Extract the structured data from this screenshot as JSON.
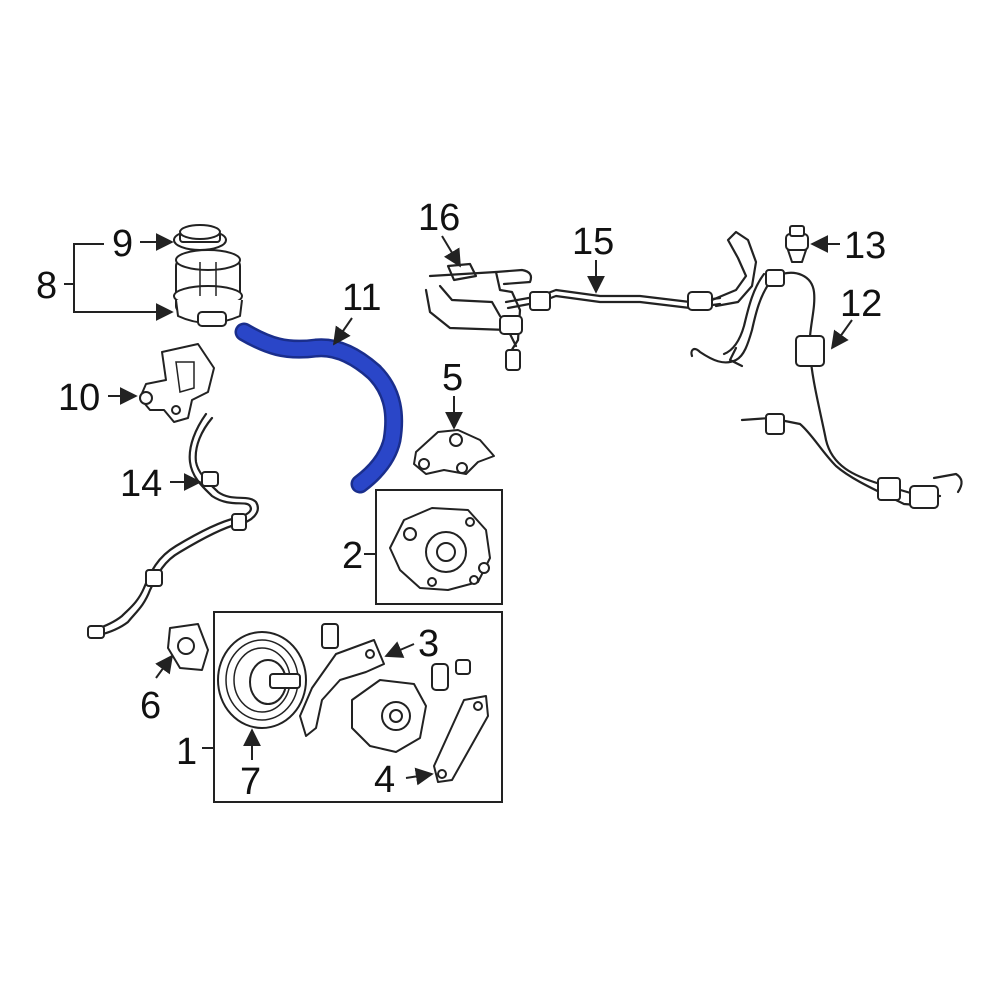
{
  "callouts": [
    {
      "id": "1",
      "label": "1"
    },
    {
      "id": "2",
      "label": "2"
    },
    {
      "id": "3",
      "label": "3"
    },
    {
      "id": "4",
      "label": "4"
    },
    {
      "id": "5",
      "label": "5"
    },
    {
      "id": "6",
      "label": "6"
    },
    {
      "id": "7",
      "label": "7"
    },
    {
      "id": "8",
      "label": "8"
    },
    {
      "id": "9",
      "label": "9"
    },
    {
      "id": "10",
      "label": "10"
    },
    {
      "id": "11",
      "label": "11"
    },
    {
      "id": "12",
      "label": "12"
    },
    {
      "id": "13",
      "label": "13"
    },
    {
      "id": "14",
      "label": "14"
    },
    {
      "id": "15",
      "label": "15"
    },
    {
      "id": "16",
      "label": "16"
    }
  ],
  "highlight": {
    "part": "11",
    "color": "#2a46c8"
  },
  "colors": {
    "line": "#222222",
    "background": "#ffffff"
  }
}
